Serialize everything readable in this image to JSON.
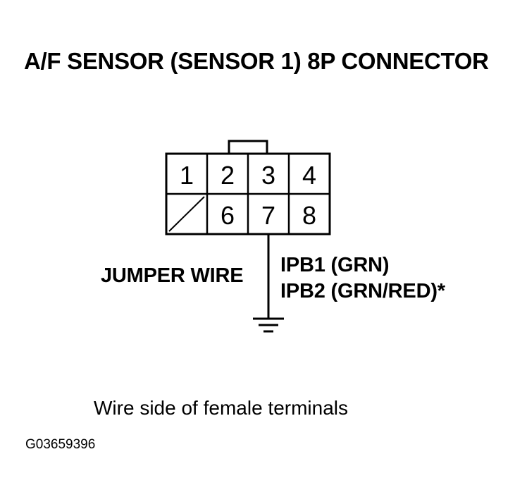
{
  "title": "A/F SENSOR (SENSOR 1) 8P CONNECTOR",
  "connector": {
    "top_row": [
      "1",
      "2",
      "3",
      "4"
    ],
    "bottom_row": [
      "",
      "6",
      "7",
      "8"
    ]
  },
  "jumper_label": "JUMPER WIRE",
  "wire_labels": [
    "IPB1 (GRN)",
    "IPB2 (GRN/RED)*"
  ],
  "caption": "Wire side of female terminals",
  "figure_id": "G03659396"
}
